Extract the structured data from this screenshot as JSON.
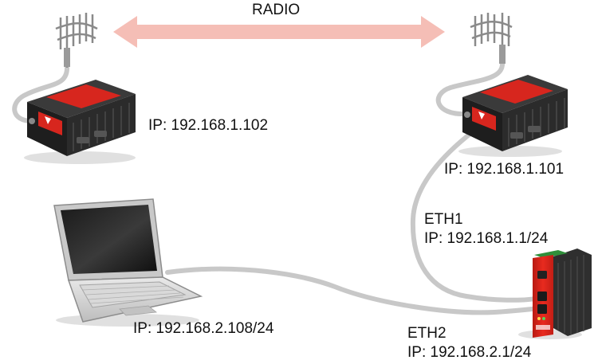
{
  "radio_label": "RADIO",
  "modem_left": {
    "ip": "IP: 192.168.1.102"
  },
  "modem_right": {
    "ip": "IP: 192.168.1.101"
  },
  "router": {
    "eth1_name": "ETH1",
    "eth1_ip": "IP: 192.168.1.1/24",
    "eth2_name": "ETH2",
    "eth2_ip": "IP: 192.168.2.1/24"
  },
  "laptop": {
    "ip": "IP: 192.168.2.108/24"
  },
  "colors": {
    "radio_arrow": "#f4b7ae",
    "cable": "#c8c8c8",
    "modem_body": "#2a2a2a",
    "modem_red": "#d7261e",
    "router_red": "#e0261c"
  }
}
